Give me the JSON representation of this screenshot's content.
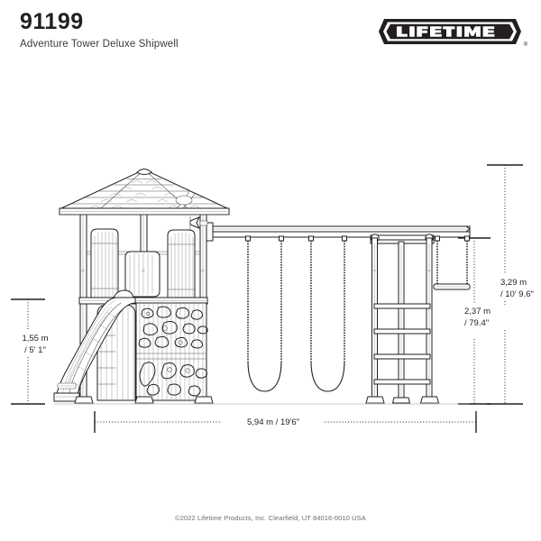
{
  "header": {
    "model_number": "91199",
    "model_name": "Adventure Tower Deluxe Shipwell"
  },
  "brand": {
    "name": "LIFETIME",
    "registered_mark": "®"
  },
  "dimensions": {
    "height_deck": {
      "metric": "1,55 m",
      "imperial": "/ 5' 1\""
    },
    "height_overall": {
      "metric": "3,29 m",
      "imperial": "/ 10' 9.6\""
    },
    "height_beam": {
      "metric": "2,37 m",
      "imperial": "/ 79.4\""
    },
    "width_overall": {
      "metric_imperial": "5,94 m / 19'6\""
    }
  },
  "footer": {
    "copyright": "©2022 Lifetime Products, Inc. Clearfield, UT 84016-0010 USA"
  },
  "colors": {
    "line": "#231f20",
    "light_line": "#8d8b8e",
    "background": "#ffffff",
    "text": "#231f20",
    "muted_text": "#6d6b6e"
  },
  "product_parts": [
    "roof",
    "tower-posts",
    "slide",
    "rock-climbing-wall",
    "swing-beam",
    "swing-seat-left",
    "swing-seat-right",
    "climbing-ladder",
    "trapeze-bar",
    "ground-line"
  ]
}
